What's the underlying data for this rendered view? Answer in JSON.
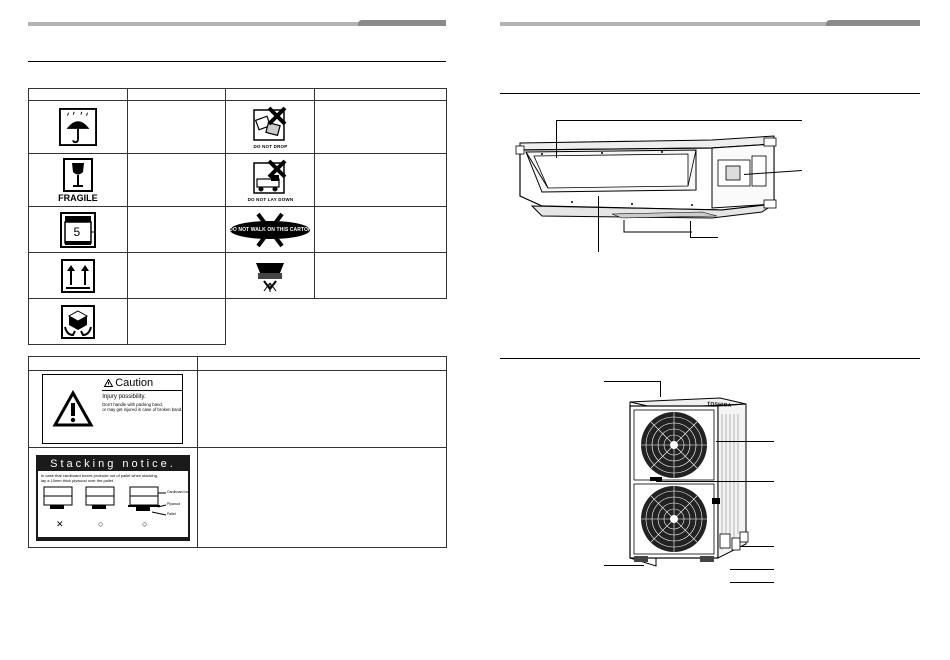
{
  "left_page": {
    "symbols": [
      {
        "icon": "umbrella-icon",
        "caption": ""
      },
      {
        "icon": "fragile-icon",
        "caption": "FRAGILE"
      },
      {
        "icon": "stack-limit-icon",
        "caption": "5"
      },
      {
        "icon": "this-way-up-icon",
        "caption": ""
      },
      {
        "icon": "protect-icon",
        "caption": ""
      },
      {
        "icon": "do-not-drop-icon",
        "caption": "DO NOT DROP"
      },
      {
        "icon": "do-not-lay-down-icon",
        "caption": "DO NOT LAY DOWN"
      },
      {
        "icon": "do-not-walk-icon",
        "caption": "DO NOT WALK ON THIS CARTON"
      },
      {
        "icon": "clamp-icon",
        "caption": ""
      }
    ],
    "caution_label": {
      "title": "Caution",
      "line1": "Injury possibility.",
      "line2": "Don't handle with packing band,",
      "line3": "or may get injured in case of broken band."
    },
    "stacking_notice": {
      "title": "Stacking notice.",
      "text1": "In case that cardboard boxes protrude out of pallet when stacking,",
      "text2": "lay a 10mm thick plywood over the pallet.",
      "label_box": "Cardboard box",
      "label_plywood": "Plywood",
      "label_pallet": "Pallet",
      "marks": [
        "✕",
        "○",
        "○"
      ]
    }
  },
  "right_page": {
    "outdoor_brand": "TOSHIBA"
  },
  "colors": {
    "header_bar": "#b3b3b3",
    "header_tab": "#8a8a8a",
    "stacking_bg": "#1a1a1a"
  }
}
